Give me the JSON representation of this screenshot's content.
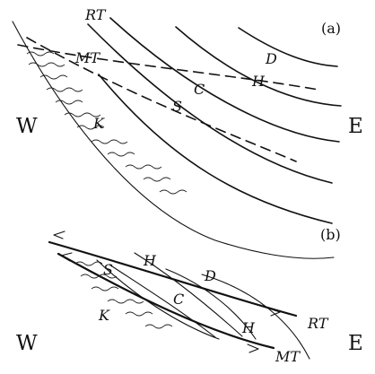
{
  "figure": {
    "panel_a": {
      "label": "(a)",
      "west": "W",
      "east": "E",
      "RT": "RT",
      "MT": "MT",
      "D": "D",
      "H": "H",
      "C": "C",
      "S": "S",
      "K": "K"
    },
    "panel_b": {
      "label": "(b)",
      "west": "W",
      "east": "E",
      "S": "S",
      "H_top": "H",
      "D": "D",
      "C": "C",
      "K": "K",
      "H_bottom": "H",
      "RT": "RT",
      "MT": "MT"
    }
  }
}
